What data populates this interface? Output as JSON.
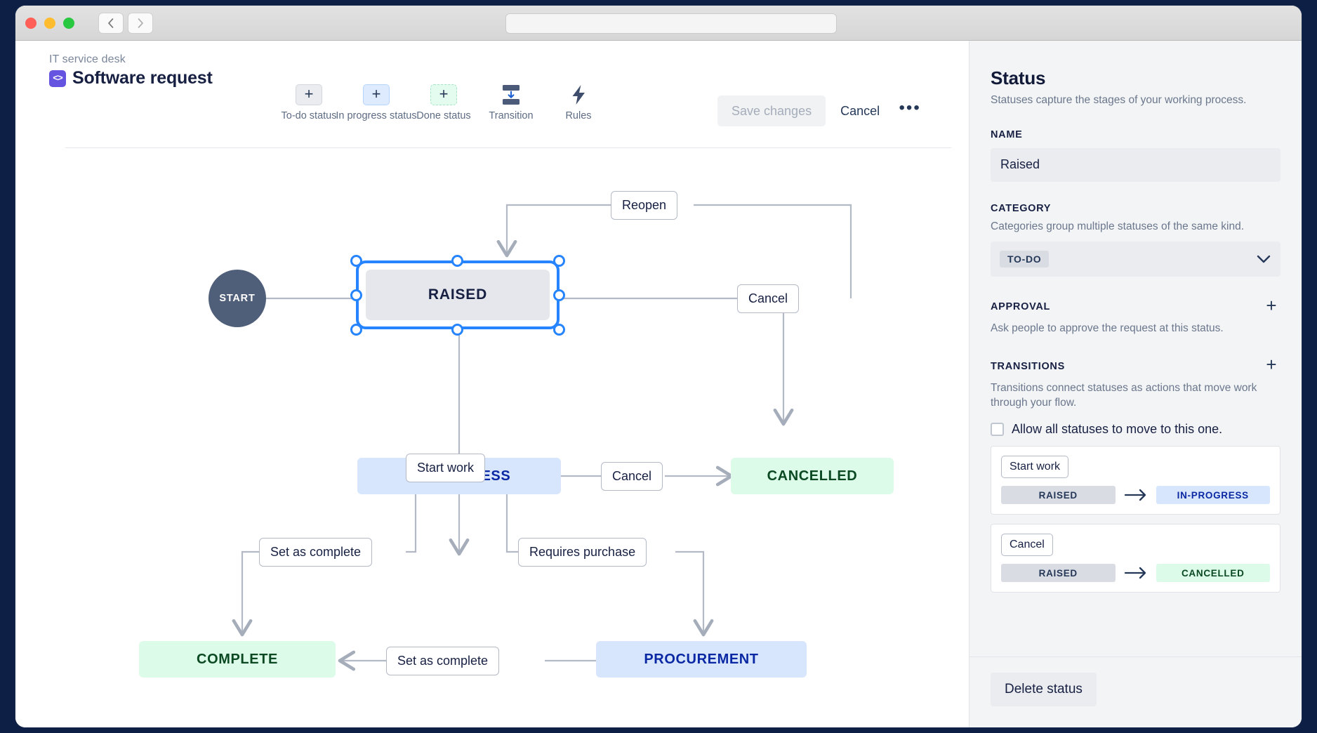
{
  "browser": {
    "back_icon": "chevron-left-icon",
    "forward_icon": "chevron-right-icon",
    "address_value": "",
    "address_placeholder": ""
  },
  "header": {
    "breadcrumb": "IT service desk",
    "project_icon_glyph": "<>",
    "title": "Software request"
  },
  "toolbar": {
    "items": [
      {
        "label": "To-do status",
        "icon": "plus-icon",
        "kind": "todo"
      },
      {
        "label": "In progress status",
        "icon": "plus-icon",
        "kind": "prog"
      },
      {
        "label": "Done status",
        "icon": "plus-icon",
        "kind": "done"
      },
      {
        "label": "Transition",
        "icon": "transition-icon",
        "kind": "icon"
      },
      {
        "label": "Rules",
        "icon": "lightning-bolt-icon",
        "kind": "icon"
      }
    ],
    "save_label": "Save changes",
    "cancel_label": "Cancel",
    "more_label": "•••"
  },
  "diagram": {
    "start_label": "START",
    "nodes": [
      {
        "id": "raised",
        "label": "RAISED",
        "category": "todo",
        "selected": true
      },
      {
        "id": "in_progress",
        "label": "IN-PROGRESS",
        "category": "prog",
        "selected": false
      },
      {
        "id": "cancelled",
        "label": "CANCELLED",
        "category": "done",
        "selected": false
      },
      {
        "id": "complete",
        "label": "COMPLETE",
        "category": "done",
        "selected": false
      },
      {
        "id": "procurement",
        "label": "PROCUREMENT",
        "category": "prog",
        "selected": false
      }
    ],
    "edges": [
      {
        "label": "Reopen",
        "from": "cancelled",
        "to": "raised"
      },
      {
        "label": "Cancel",
        "from": "raised",
        "to": "cancelled"
      },
      {
        "label": "Start work",
        "from": "raised",
        "to": "in_progress"
      },
      {
        "label": "Cancel",
        "from": "in_progress",
        "to": "cancelled"
      },
      {
        "label": "Set as complete",
        "from": "in_progress",
        "to": "complete"
      },
      {
        "label": "Requires purchase",
        "from": "in_progress",
        "to": "procurement"
      },
      {
        "label": "Set as complete",
        "from": "procurement",
        "to": "complete"
      }
    ]
  },
  "panel": {
    "title": "Status",
    "subtitle": "Statuses capture the stages of your working process.",
    "name_label": "NAME",
    "name_value": "Raised",
    "category_label": "CATEGORY",
    "category_description": "Categories group multiple statuses of the same kind.",
    "category_value": "TO-DO",
    "category_chevron_icon": "chevron-down-icon",
    "approval_label": "APPROVAL",
    "approval_description": "Ask people to approve the request at this status.",
    "approval_add_icon": "plus-icon",
    "transitions_label": "TRANSITIONS",
    "transitions_description": "Transitions connect statuses as actions that move work through your flow.",
    "transitions_add_icon": "plus-icon",
    "allow_all_label": "Allow all statuses to move to this one.",
    "allow_all_checked": false,
    "transitions": [
      {
        "name": "Start work",
        "from": "RAISED",
        "from_kind": "todo",
        "to": "IN-PROGRESS",
        "to_kind": "prog",
        "arrow_icon": "arrow-right-icon"
      },
      {
        "name": "Cancel",
        "from": "RAISED",
        "from_kind": "todo",
        "to": "CANCELLED",
        "to_kind": "done",
        "arrow_icon": "arrow-right-icon"
      }
    ],
    "delete_label": "Delete status"
  },
  "colors": {
    "accent": "#2684ff",
    "todo_bg": "#e5e7ec",
    "prog_bg": "#d7e6fd",
    "done_bg": "#ddfbe9",
    "brand_purple": "#6554e0",
    "frame": "#0d1f45"
  }
}
